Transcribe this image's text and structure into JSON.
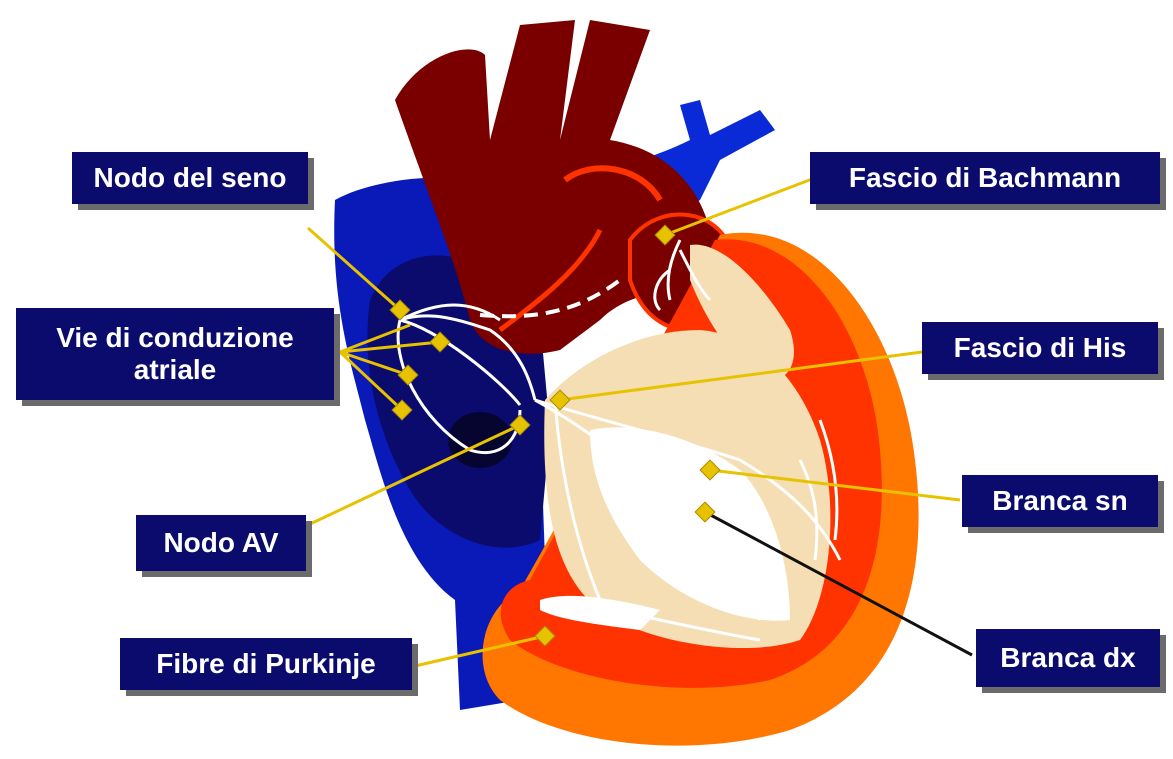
{
  "labels": {
    "nodo_seno": "Nodo del seno",
    "vie_conduzione_line1": "Vie di conduzione",
    "vie_conduzione_line2": "atriale",
    "nodo_av": "Nodo AV",
    "fibre_purkinje": "Fibre di Purkinje",
    "fascio_bachmann": "Fascio di Bachmann",
    "fascio_his": "Fascio di His",
    "branca_sn": "Branca sn",
    "branca_dx": "Branca dx"
  },
  "colors": {
    "label_background": "#0b0b6e",
    "label_text": "#ffffff",
    "label_shadow": "#6b6b6b",
    "leader_line": "#e6c200",
    "aorta": "#7a0000",
    "vena_cava": "#0a1ab8",
    "right_atrium": "#0b0b6e",
    "ventricle_muscle": "#ff3300",
    "ventricle_outer": "#ff7700",
    "valve_tissue": "#f5deb3",
    "conduction_fibers": "#ffffff"
  }
}
